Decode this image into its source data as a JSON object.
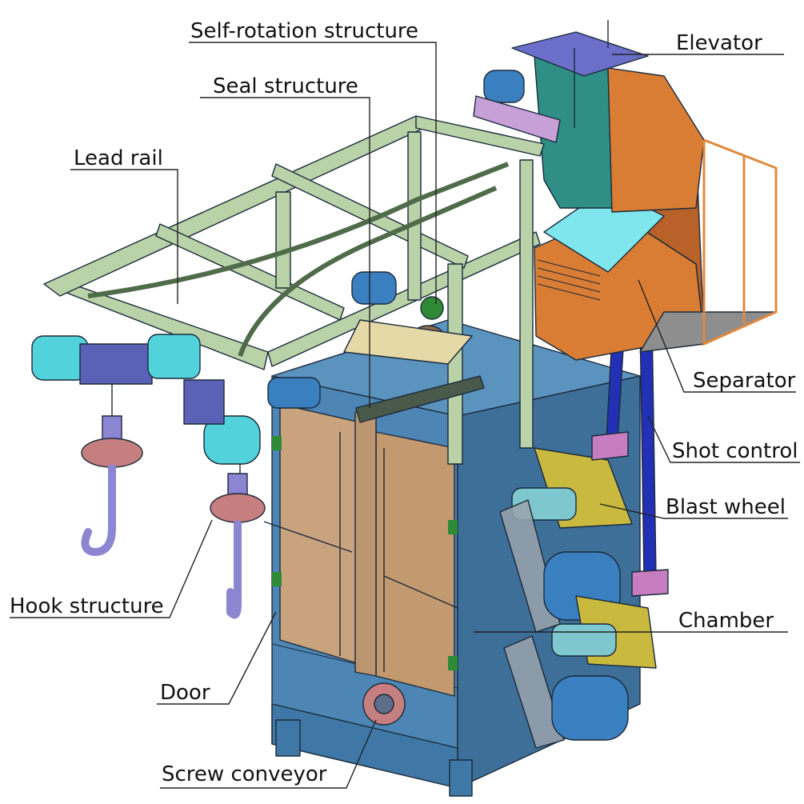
{
  "labels": {
    "self_rotation": "Self-rotation structure",
    "seal": "Seal structure",
    "elevator": "Elevator",
    "lead_rail": "Lead rail",
    "separator": "Separator",
    "shot_control": "Shot control",
    "blast_wheel": "Blast wheel",
    "chamber": "Chamber",
    "hook_structure": "Hook structure",
    "door": "Door",
    "screw_conveyor": "Screw conveyor"
  },
  "colors": {
    "chamber_front": "#4d86b4",
    "chamber_side": "#3d6f99",
    "frame": "#b9d2a8",
    "door": "#c9a27e",
    "elevator_orange": "#d97d34",
    "elevator_teal": "#2f8f86",
    "elevator_top": "#6b6fc9",
    "separator_cyan": "#7fe6ee",
    "shot_pipe": "#2230b5",
    "wheel_yellow": "#c9b93e",
    "motor_blue": "#3a7fc0",
    "hoist_cyan": "#52d3dc",
    "hook_purple": "#8c86d2",
    "hook_ring": "#c77e7e"
  }
}
